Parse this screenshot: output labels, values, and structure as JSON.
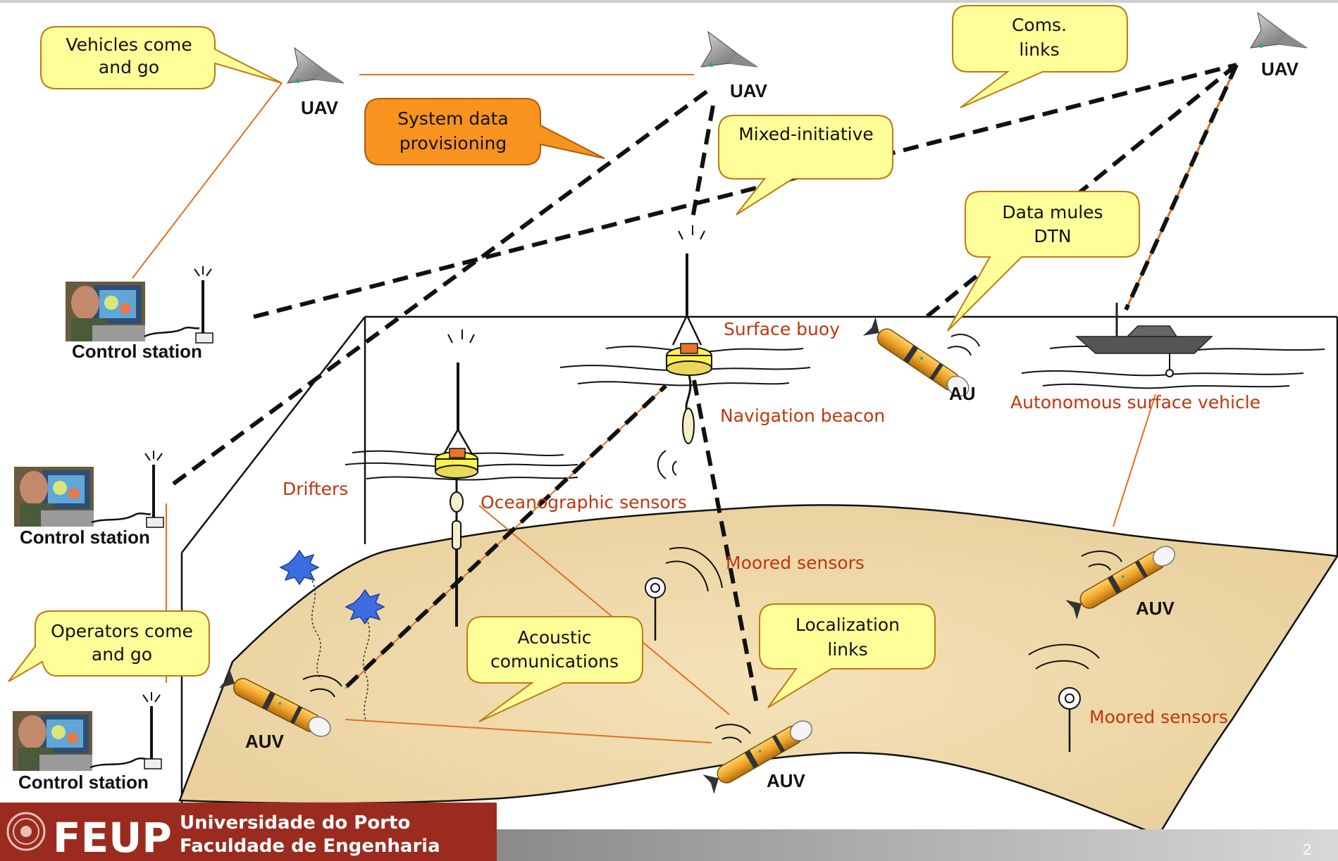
{
  "callouts": {
    "vehicles": [
      "Vehicles come",
      "and go"
    ],
    "coms": [
      "Coms.",
      "links"
    ],
    "system_data": [
      "System data",
      "provisioning"
    ],
    "mixed": [
      "Mixed-initiative"
    ],
    "data_mules": [
      "Data mules",
      "DTN"
    ],
    "operators": [
      "Operators come",
      "and go"
    ],
    "acoustic": [
      "Acoustic",
      "comunications"
    ],
    "localization": [
      "Localization",
      "links"
    ]
  },
  "labels": {
    "uav_left": "UAV",
    "uav_middle": "UAV",
    "uav_right": "UAV",
    "control_station_1": "Control station",
    "control_station_2": "Control station",
    "control_station_3": "Control station",
    "auv_left": "AUV",
    "auv_middle": "AUV",
    "auv_right": "AUV",
    "auv_surface_partial": "AU",
    "surface_buoy": "Surface buoy",
    "navigation_beacon": "Navigation beacon",
    "autonomous_surface_vehicle": "Autonomous surface vehicle",
    "drifters": "Drifters",
    "oceanographic_sensors": "Oceanographic sensors",
    "moored_sensors_mid": "Moored sensors",
    "moored_sensors_right": "Moored sensors"
  },
  "footer": {
    "logo_letters": "FEUP",
    "university": "Universidade do Porto",
    "faculty": "Faculdade de Engenharia",
    "page_number": "2"
  },
  "colors": {
    "callout_yellow": "#ffff99",
    "callout_orange": "#f7931e",
    "label_red": "#c0360c",
    "link_orange": "#e07020",
    "seabed": "#f0d9a8",
    "footer_red": "#9b2b1f",
    "auv_body": "#f0a52a"
  }
}
